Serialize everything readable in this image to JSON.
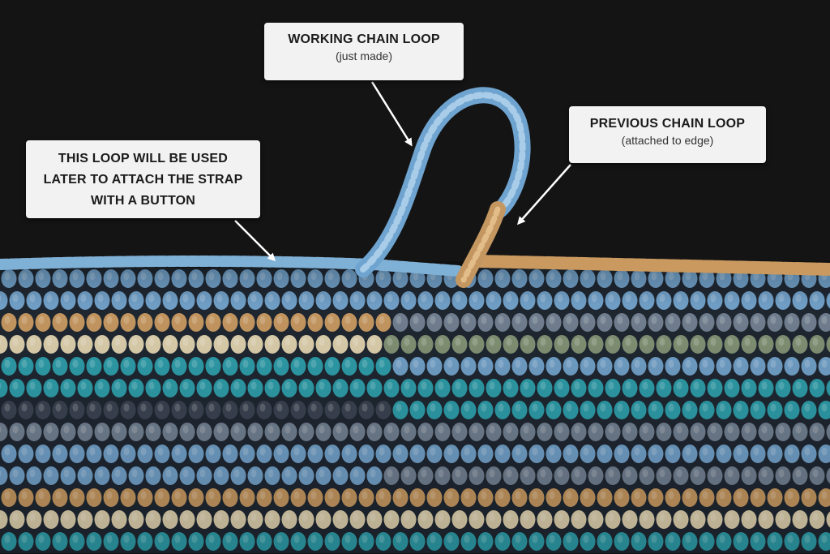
{
  "annotations": {
    "working_loop": {
      "title": "WORKING CHAIN LOOP",
      "subtitle": "(just made)"
    },
    "previous_loop": {
      "title": "PREVIOUS CHAIN LOOP",
      "subtitle": "(attached to edge)"
    },
    "strap_loop": {
      "line1": "THIS LOOP WILL BE USED",
      "line2": "LATER TO ATTACH THE STRAP",
      "line3": "WITH A BUTTON"
    }
  },
  "colors": {
    "background": "#141414",
    "yarn_blue": "#6f9dc4",
    "yarn_tan": "#c2955f",
    "yarn_teal": "#2d9aa6",
    "yarn_slate": "#6f7d8e",
    "yarn_sage": "#7f8f72",
    "yarn_cream": "#d9ccaa",
    "label_bg": "#f2f2f2"
  },
  "icons": [
    "arrow-working-loop",
    "arrow-previous-loop",
    "arrow-strap-loop"
  ]
}
